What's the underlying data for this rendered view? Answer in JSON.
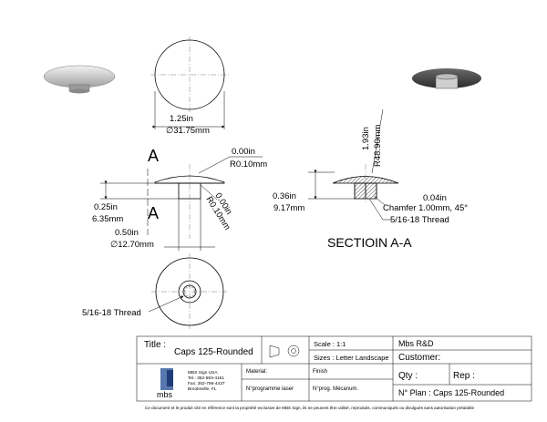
{
  "top_view": {
    "dia_in": "1.25in",
    "dia_mm": "∅31.75mm"
  },
  "front_view": {
    "label_a_top": "A",
    "label_a_bottom": "A",
    "top_radius_in": "0.00in",
    "top_radius_mm": "R0.10mm",
    "corner_radius_in": "0.00in",
    "corner_radius_mm": "R0.10mm",
    "height_in": "0.25in",
    "height_mm": "6.35mm",
    "shank_in": "0.50in",
    "shank_mm": "∅12.70mm"
  },
  "section_view": {
    "radius_in": "1.93in",
    "radius_mm": "R48.90mm",
    "height_in": "0.36in",
    "height_mm": "9.17mm",
    "chamfer_in": "0.04in",
    "chamfer_mm": "Chamfer 1.00mm, 45°",
    "thread": "5/16-18 Thread",
    "title": "SECTIOIN A-A"
  },
  "bottom_view": {
    "thread": "5/16-18 Thread"
  },
  "title_block": {
    "title_label": "Title :",
    "title_value": "Caps 125-Rounded",
    "scale": "Scale : 1:1",
    "sizes": "Sizes : Letter Landscape",
    "company": "Mbs R&D",
    "customer": "Customer:",
    "material": "Material:",
    "finish": "Finish",
    "qty": "Qty :",
    "rep": "Rep :",
    "laser": "N°programme laser",
    "mecanum": "N°prog. Mécanum.",
    "plan": "N° Plan : Caps 125-Rounded",
    "logo": "mbs",
    "company_lines": [
      "MBS Sign USA",
      "Tel.: 352-593-4151",
      "Fax: 352-796-4437",
      "Brooksville, FL"
    ]
  },
  "footer": "Ce document et le produit cité en référence sont la propriété exclusive de MBS Sign, ils ne peuvent être utilisé, reproduits, communiqués ou divulgués sans autorisation préalable"
}
